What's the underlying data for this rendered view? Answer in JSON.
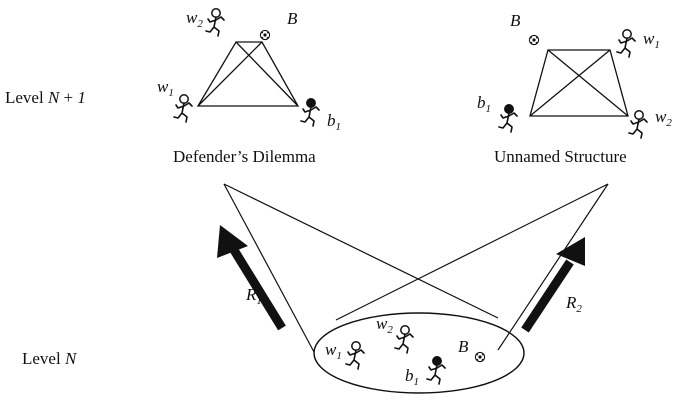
{
  "levels": {
    "upper": "Level",
    "upper_var": "N",
    "upper_plus": " + ",
    "upper_one": "1",
    "lower": "Level",
    "lower_var": "N"
  },
  "structures": {
    "left_caption": "Defender’s Dilemma",
    "right_caption": "Unnamed Structure"
  },
  "agents": {
    "w": "w",
    "b": "b",
    "ball": "B",
    "sub1": "1",
    "sub2": "2"
  },
  "arrows": {
    "r": "R",
    "sub1": "1",
    "sub2": "2"
  },
  "colors": {
    "ink": "#111111",
    "arrow": "#111111"
  }
}
